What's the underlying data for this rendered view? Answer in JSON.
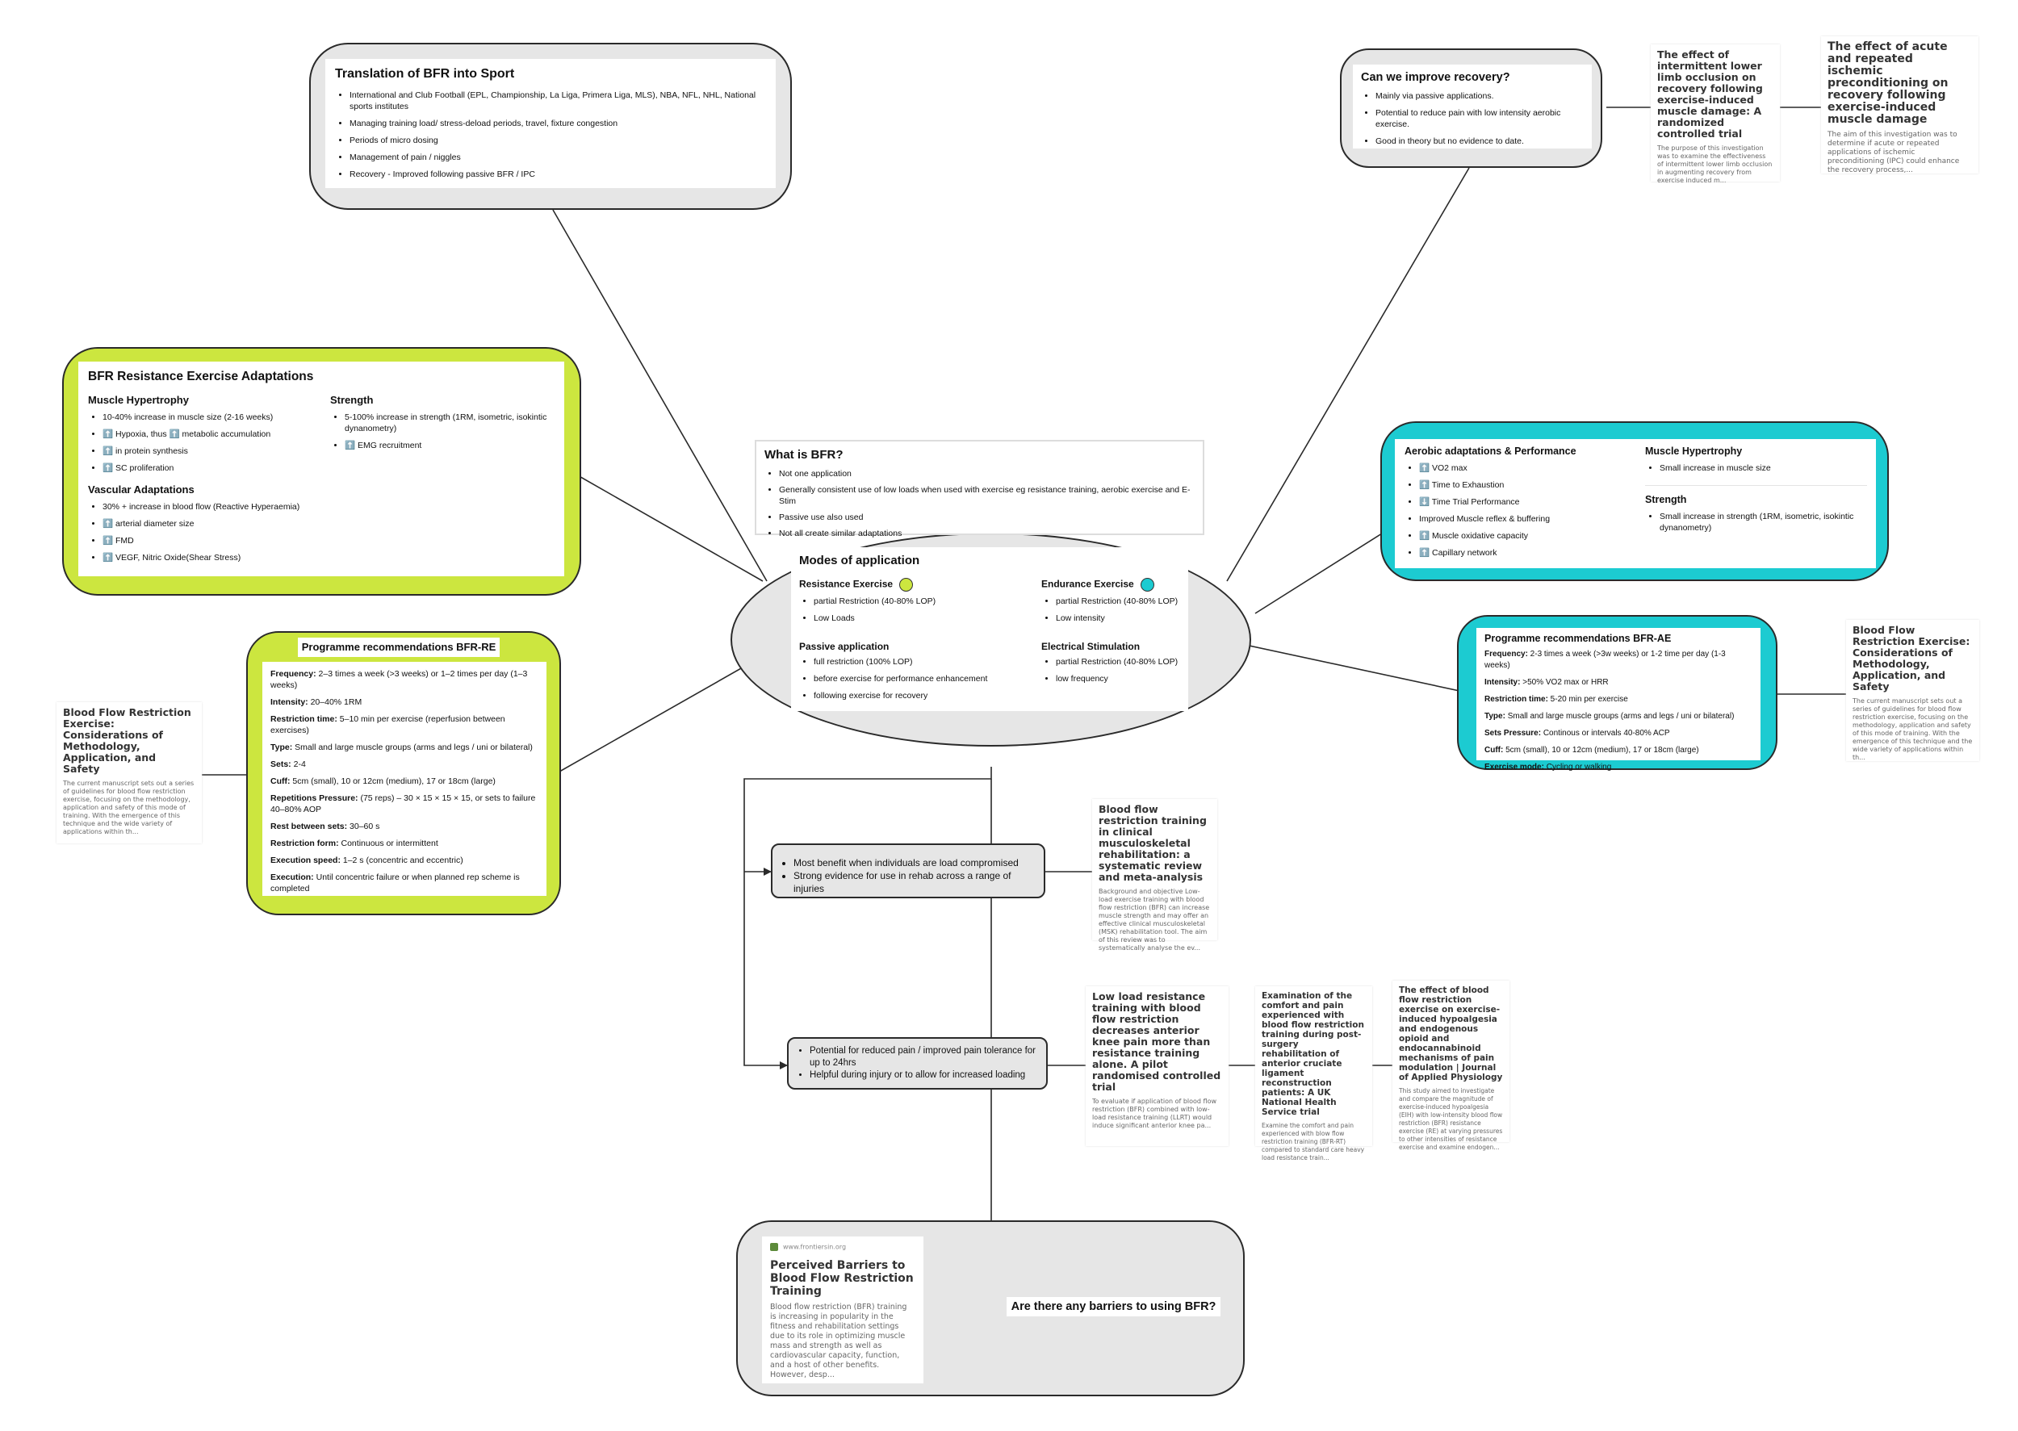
{
  "colors": {
    "green": "#cce63f",
    "teal": "#1ccbd1",
    "gray": "#e6e6e6",
    "line": "#2a2a2a"
  },
  "translation": {
    "title": "Translation of BFR into Sport",
    "items": [
      "International and Club Football (EPL, Championship, La Liga, Primera Liga, MLS), NBA, NFL, NHL, National sports institutes",
      "Managing training load/ stress-deload periods, travel, fixture congestion",
      "Periods of micro dosing",
      "Management of pain / niggles",
      "Recovery - Improved following passive BFR / IPC"
    ]
  },
  "recovery": {
    "title": "Can we improve recovery?",
    "items": [
      "Mainly via passive applications.",
      "Potential to reduce pain with low intensity aerobic exercise.",
      "Good in theory but no evidence to date."
    ]
  },
  "cite_recovery1": {
    "title": "The effect of intermittent lower limb occlusion on recovery following exercise-induced muscle damage: A randomized controlled trial",
    "desc": "The purpose of this investigation was to examine the effectiveness of intermittent lower limb occlusion in augmenting recovery from exercise induced m..."
  },
  "cite_recovery2": {
    "title": "The effect of acute and repeated ischemic preconditioning on recovery following exercise-induced muscle damage",
    "desc": "The aim of this investigation was to determine if acute or repeated applications of ischemic preconditioning (IPC) could enhance the recovery process,..."
  },
  "resistance": {
    "title": "BFR Resistance Exercise Adaptations",
    "hyper_title": "Muscle Hypertrophy",
    "hyper": [
      "10-40% increase in muscle size (2-16 weeks)",
      "⬆️ Hypoxia, thus ⬆️ metabolic accumulation",
      "⬆️ in protein synthesis",
      "⬆️ SC proliferation"
    ],
    "vasc_title": "Vascular Adaptations",
    "vasc": [
      "30% + increase in blood flow (Reactive Hyperaemia)",
      "⬆️ arterial diameter size",
      "⬆️ FMD",
      "⬆️ VEGF, Nitric Oxide(Shear Stress)"
    ],
    "str_title": "Strength",
    "str": [
      "5-100% increase in strength (1RM, isometric, isokintic dynanometry)",
      "⬆️ EMG recruitment"
    ]
  },
  "what": {
    "title": "What is BFR?",
    "items": [
      "Not one application",
      "Generally consistent use of low loads when used with exercise eg resistance training, aerobic exercise and E-Stim",
      "Passive use also used",
      "Not all create similar adaptations"
    ]
  },
  "modes": {
    "title": "Modes of application",
    "resist_title": "Resistance Exercise",
    "resist": [
      "partial Restriction (40-80% LOP)",
      "Low Loads"
    ],
    "endur_title": "Endurance Exercise",
    "endur": [
      "partial Restriction (40-80% LOP)",
      "Low intensity"
    ],
    "passive_title": "Passive application",
    "passive": [
      "full restriction (100% LOP)",
      "before exercise for performance enhancement",
      "following exercise for recovery"
    ],
    "estim_title": "Electrical Stimulation",
    "estim": [
      "partial Restriction (40-80% LOP)",
      "low frequency"
    ]
  },
  "aerobic": {
    "title": "Aerobic adaptations & Performance",
    "items": [
      "⬆️ VO2 max",
      "⬆️ Time to Exhaustion",
      "⬇️ Time Trial Performance",
      "Improved Muscle reflex & buffering",
      "⬆️ Muscle oxidative capacity",
      "⬆️ Capillary network"
    ],
    "hyper_title": "Muscle Hypertrophy",
    "hyper": [
      "Small increase in muscle size"
    ],
    "str_title": "Strength",
    "str": [
      "Small increase in strength (1RM, isometric, isokintic dynanometry)"
    ]
  },
  "bfr_re": {
    "title": "Programme recommendations BFR-RE",
    "rows": [
      {
        "k": "Frequency:",
        "v": " 2–3 times a week (>3 weeks) or 1–2 times per day (1–3 weeks)"
      },
      {
        "k": "Intensity:",
        "v": " 20–40% 1RM"
      },
      {
        "k": "Restriction time:",
        "v": " 5–10 min per exercise (reperfusion between exercises)"
      },
      {
        "k": "Type:",
        "v": " Small and large muscle groups (arms and legs / uni or bilateral)"
      },
      {
        "k": "Sets:",
        "v": " 2-4"
      },
      {
        "k": "Cuff:",
        "v": " 5cm (small), 10 or 12cm (medium), 17 or 18cm (large)"
      },
      {
        "k": "Repetitions Pressure:",
        "v": " (75 reps) – 30 × 15 × 15 × 15, or sets to failure 40–80% AOP"
      },
      {
        "k": "Rest between sets:",
        "v": " 30–60 s"
      },
      {
        "k": "Restriction form:",
        "v": " Continuous or intermittent"
      },
      {
        "k": "Execution speed:",
        "v": " 1–2 s (concentric and eccentric)"
      },
      {
        "k": "Execution:",
        "v": " Until concentric failure or when planned rep scheme is completed"
      }
    ]
  },
  "bfr_ae": {
    "title": "Programme recommendations BFR-AE",
    "rows": [
      {
        "k": "Frequency:",
        "v": " 2-3 times a week (>3w weeks) or 1-2 time per day (1-3 weeks)"
      },
      {
        "k": "Intensity:",
        "v": " >50% VO2 max or HRR"
      },
      {
        "k": "Restriction time:",
        "v": " 5-20 min per exercise"
      },
      {
        "k": "Type:",
        "v": " Small and large muscle groups (arms and legs / uni or bilateral)"
      },
      {
        "k": "Sets Pressure:",
        "v": " Continous or intervals 40-80% ACP"
      },
      {
        "k": "Cuff:",
        "v": " 5cm (small), 10 or 12cm (medium), 17 or 18cm (large)"
      },
      {
        "k": "Exercise mode:",
        "v": " Cycling or walking"
      }
    ]
  },
  "cite_left": {
    "title": "Blood Flow Restriction Exercise: Considerations of Methodology, Application, and Safety",
    "desc": "The current manuscript sets out a series of guidelines for blood flow restriction exercise, focusing on the methodology, application and safety of this mode of training. With the emergence of this technique and the wide variety of applications within th..."
  },
  "cite_right": {
    "title": "Blood Flow Restriction Exercise: Considerations of Methodology, Application, and Safety",
    "desc": "The current manuscript sets out a series of guidelines for blood flow restriction exercise, focusing on the methodology, application and safety of this mode of training. With the emergence of this technique and the wide variety of applications within th..."
  },
  "rehab1": [
    "Most benefit when individuals are load compromised",
    "Strong evidence for use in rehab across a range of injuries"
  ],
  "rehab2": [
    "Potential for reduced pain / improved pain tolerance for up to 24hrs",
    "Helpful during injury or to allow for increased loading"
  ],
  "cite_rehab": {
    "title": "Blood flow restriction training in clinical musculoskeletal rehabilitation: a systematic review and meta-analysis",
    "desc": "Background and objective Low-load exercise training with blood flow restriction (BFR) can increase muscle strength and may offer an effective clinical musculoskeletal (MSK) rehabilitation tool. The aim of this review was to systematically analyse the ev..."
  },
  "cite_pain1": {
    "title": "Low load resistance training with blood flow restriction decreases anterior knee pain more than resistance training alone. A pilot randomised controlled trial",
    "desc": "To evaluate if application of blood flow restriction (BFR) combined with low-load resistance training (LLRT) would induce significant anterior knee pa..."
  },
  "cite_pain2": {
    "title": "Examination of the comfort and pain experienced with blood flow restriction training during post-surgery rehabilitation of anterior cruciate ligament reconstruction patients: A UK National Health Service trial",
    "desc": "Examine the comfort and pain experienced with blow flow restriction training (BFR-RT) compared to standard care heavy load resistance train..."
  },
  "cite_pain3": {
    "title": "The effect of blood flow restriction exercise on exercise-induced hypoalgesia and endogenous opioid and endocannabinoid mechanisms of pain modulation | Journal of Applied Physiology",
    "desc": "This study aimed to investigate and compare the magnitude of exercise-induced hypoalgesia (EIH) with low-intensity blood flow restriction (BFR) resistance exercise (RE) at varying pressures to other intensities of resistance exercise and examine endogen..."
  },
  "barriers": {
    "source": "www.frontiersin.org",
    "title": "Perceived Barriers to Blood Flow Restriction Training",
    "desc": "Blood flow restriction (BFR) training is increasing in popularity in the fitness and rehabilitation settings due to its role in optimizing muscle mass and strength as well as cardiovascular capacity, function, and a host of other benefits. However, desp...",
    "question": "Are there any barriers to using BFR?"
  }
}
